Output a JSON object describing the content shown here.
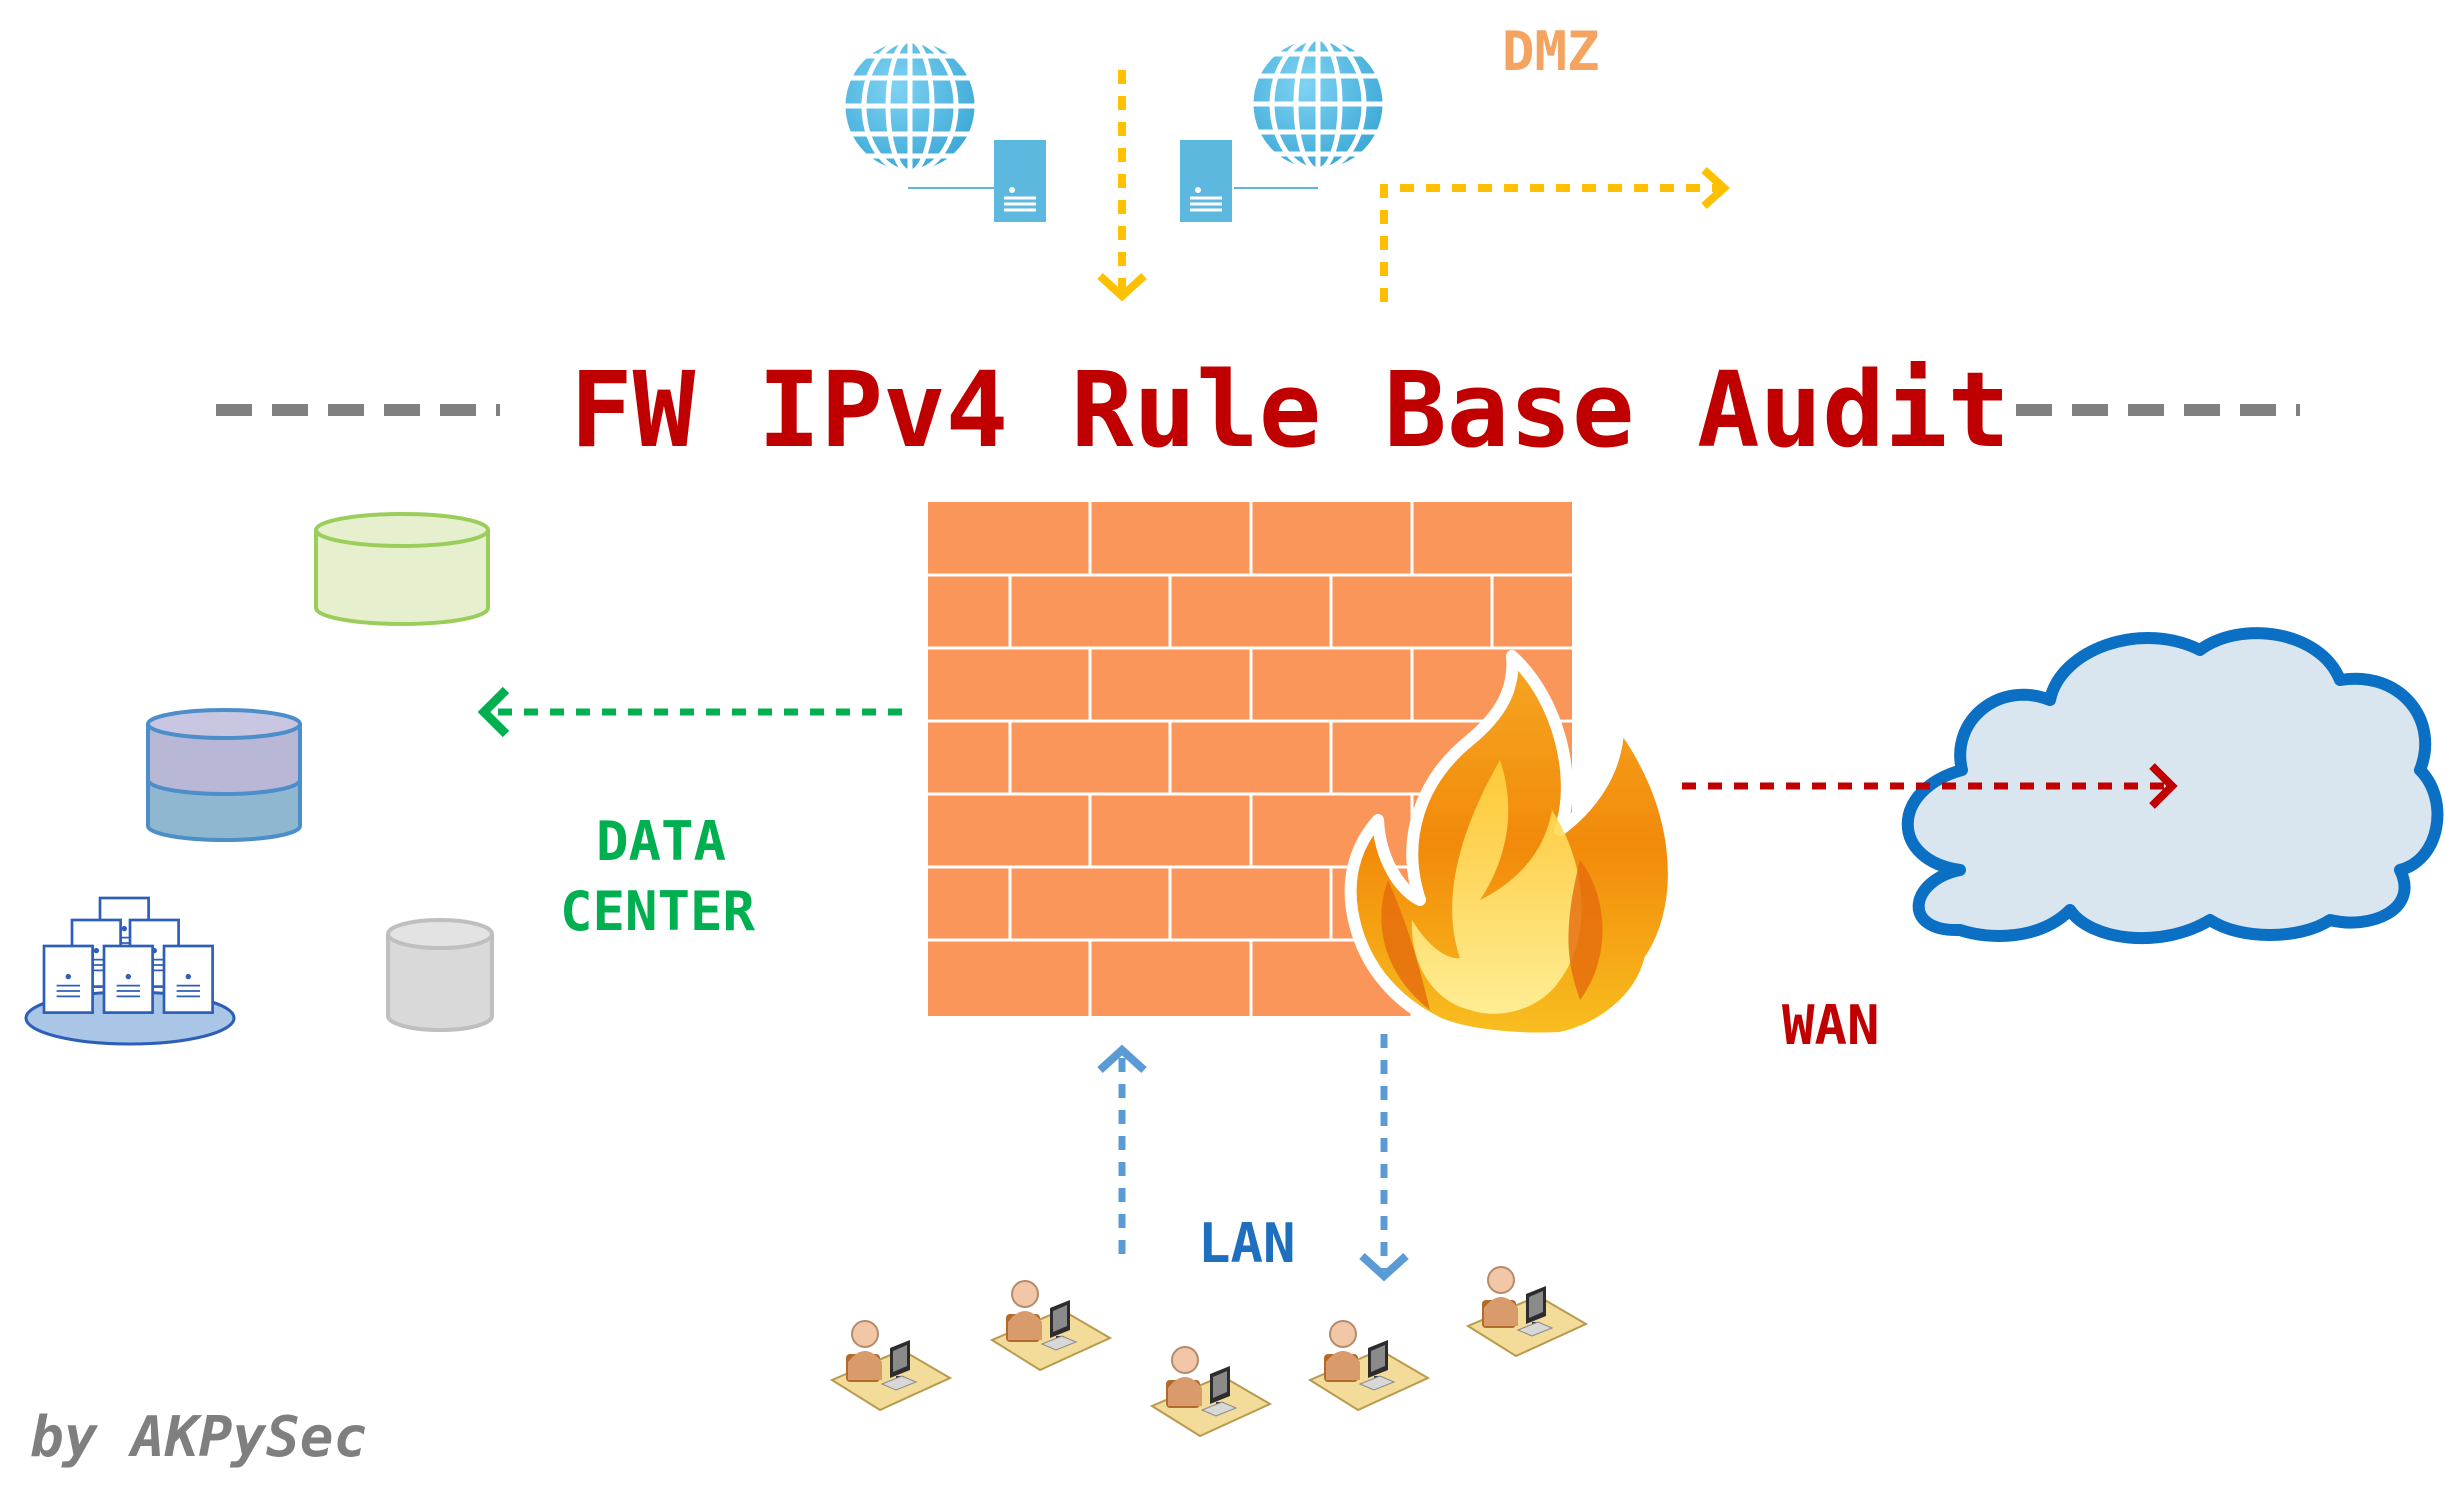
{
  "title": "FW IPv4 Rule Base Audit",
  "zones": {
    "dmz": "DMZ",
    "data_center_line1": "DATA",
    "data_center_line2": "CENTER",
    "wan": "WAN",
    "lan": "LAN"
  },
  "credit": "by AKPySec",
  "colors": {
    "title": "#c00000",
    "dmz": "#f4a460",
    "data_center": "#00b050",
    "wan": "#c00000",
    "lan": "#1f6fbf",
    "dmz_arrows": "#ffc000",
    "dc_arrow": "#00b050",
    "wan_arrow": "#c00000",
    "lan_arrows": "#5b9bd5",
    "brick": "#fb965a",
    "cloud_fill": "#d9e6f0",
    "cloud_stroke": "#0b6fc4",
    "dash_rule": "#808080",
    "credit": "#7f7f7f"
  },
  "icons": [
    "globe-icon",
    "server-icon",
    "firewall-icon",
    "flame-icon",
    "cloud-icon",
    "database-icon",
    "server-cluster-icon",
    "user-workstation-icon"
  ]
}
